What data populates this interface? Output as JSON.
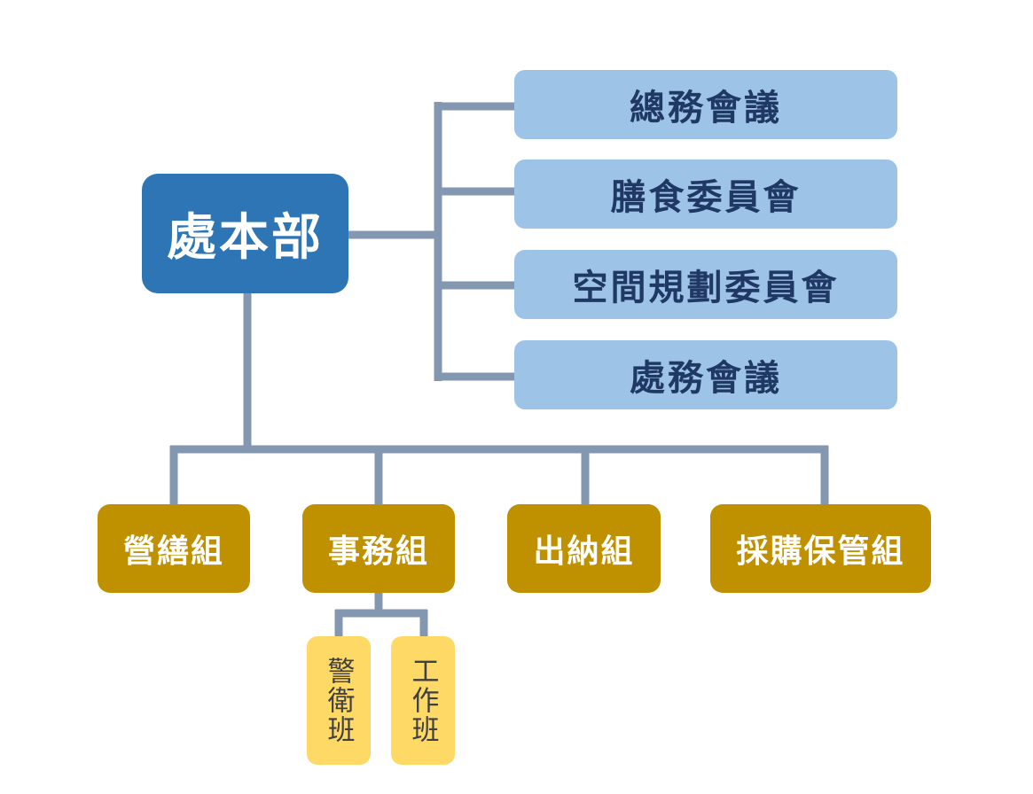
{
  "root": {
    "label": "處本部"
  },
  "meetings": [
    {
      "label": "總務會議"
    },
    {
      "label": "膳食委員會"
    },
    {
      "label": "空間規劃委員會"
    },
    {
      "label": "處務會議"
    }
  ],
  "groups": [
    {
      "label": "營繕組"
    },
    {
      "label": "事務組"
    },
    {
      "label": "出納組"
    },
    {
      "label": "採購保管組"
    }
  ],
  "teams": [
    {
      "label": "警衛班"
    },
    {
      "label": "工作班"
    }
  ],
  "colors": {
    "root_fill": "#2e75b6",
    "root_text": "#ffffff",
    "meeting_fill": "#9dc3e6",
    "meeting_text": "#1f3864",
    "group_fill": "#bf9000",
    "group_text": "#ffffff",
    "team_fill": "#ffd966",
    "team_text": "#404040",
    "connector": "#8497b0"
  }
}
